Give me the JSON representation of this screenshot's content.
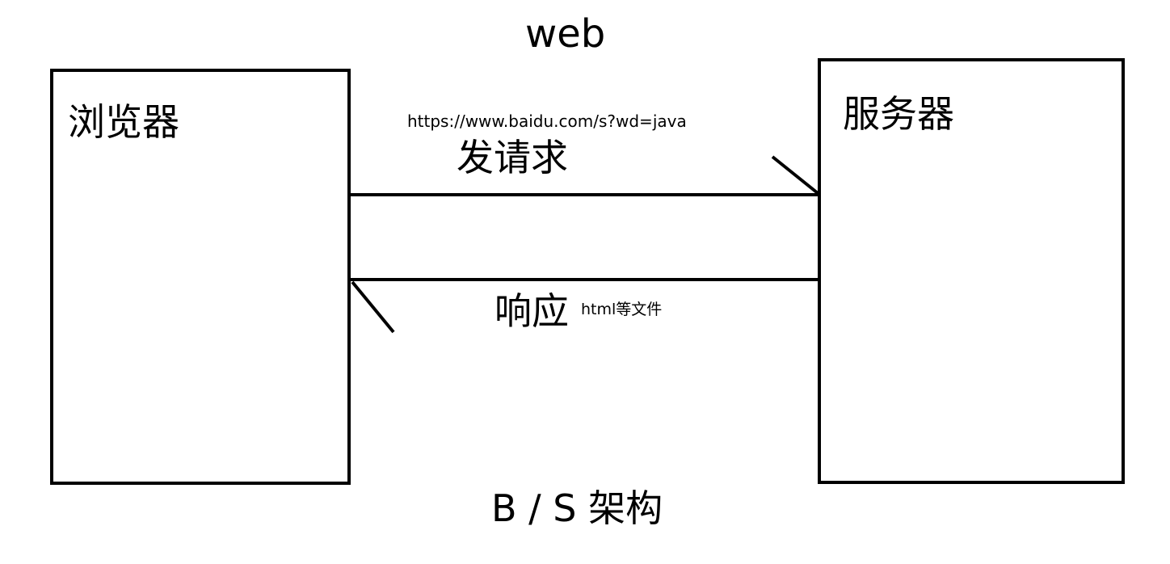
{
  "title": "web",
  "browser": {
    "label": "浏览器"
  },
  "server": {
    "label": "服务器"
  },
  "request": {
    "url": "https://www.baidu.com/s?wd=java",
    "label": "发请求"
  },
  "response": {
    "label": "响应",
    "note": "html等文件"
  },
  "architecture": "B / S 架构"
}
